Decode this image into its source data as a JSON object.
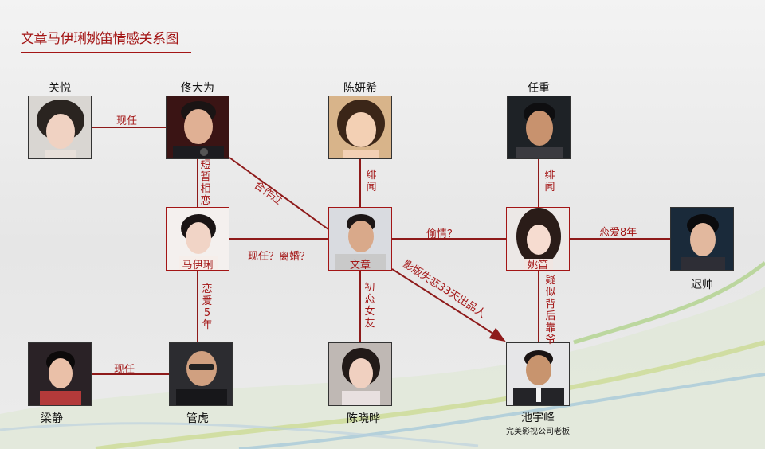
{
  "title": "文章马伊琍姚笛情感关系图",
  "people": {
    "guanyue": "关悦",
    "tongdawei": "佟大为",
    "chenyanxi": "陈妍希",
    "renzhong": "任重",
    "mayili": "马伊琍",
    "wenzhang": "文章",
    "yaodi": "姚笛",
    "chishuai": "迟帅",
    "liangjing": "梁静",
    "guanhu": "管虎",
    "chenxiaoye": "陈晓晔",
    "chiyufeng": "池宇峰",
    "chiyufeng_role": "完美影视公司老板"
  },
  "relations": {
    "guanyue_tongdawei": "现任",
    "tongdawei_mayili": "短暂相恋",
    "tongdawei_wenzhang": "合作过",
    "chenyanxi_wenzhang": "绯闻",
    "renzhong_yaodi": "绯闻",
    "mayili_wenzhang": "现任？离婚？",
    "wenzhang_yaodi": "偷情？",
    "yaodi_chishuai": "恋爱8年",
    "mayili_guanhu": "恋爱5年",
    "wenzhang_chenxiaoye": "初恋女友",
    "yaodi_chiyufeng": "疑似背后靠爷",
    "wenzhang_chiyufeng": "影版失恋33天出品人",
    "liangjing_guanhu": "现任"
  },
  "colors": {
    "accent": "#a31515",
    "line": "#8e1a1a"
  }
}
